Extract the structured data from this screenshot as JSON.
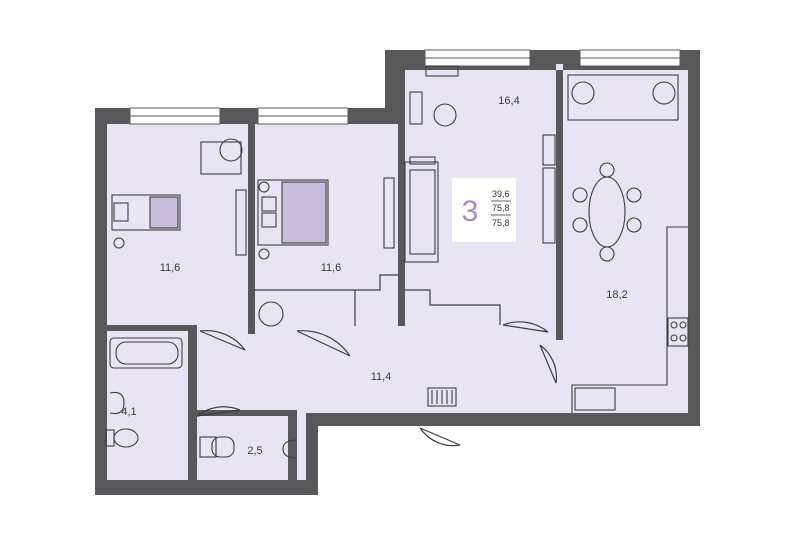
{
  "plan": {
    "colors": {
      "wall": "#58585a",
      "floor": "#e9e4f3",
      "line": "#3d3d3d",
      "window": "#ffffff",
      "accent": "#a78bc9"
    },
    "rooms": [
      {
        "id": "bedroom-left",
        "area": "11,6"
      },
      {
        "id": "bedroom-middle",
        "area": "11,6"
      },
      {
        "id": "living-room",
        "area": "16,4"
      },
      {
        "id": "kitchen",
        "area": "18,2"
      },
      {
        "id": "hallway",
        "area": "11,4"
      },
      {
        "id": "bathroom",
        "area": "4,1"
      },
      {
        "id": "toilet",
        "area": "2,5"
      }
    ],
    "badge": {
      "rooms_count": "3",
      "values": [
        "39,6",
        "75,8",
        "75,8"
      ]
    }
  }
}
